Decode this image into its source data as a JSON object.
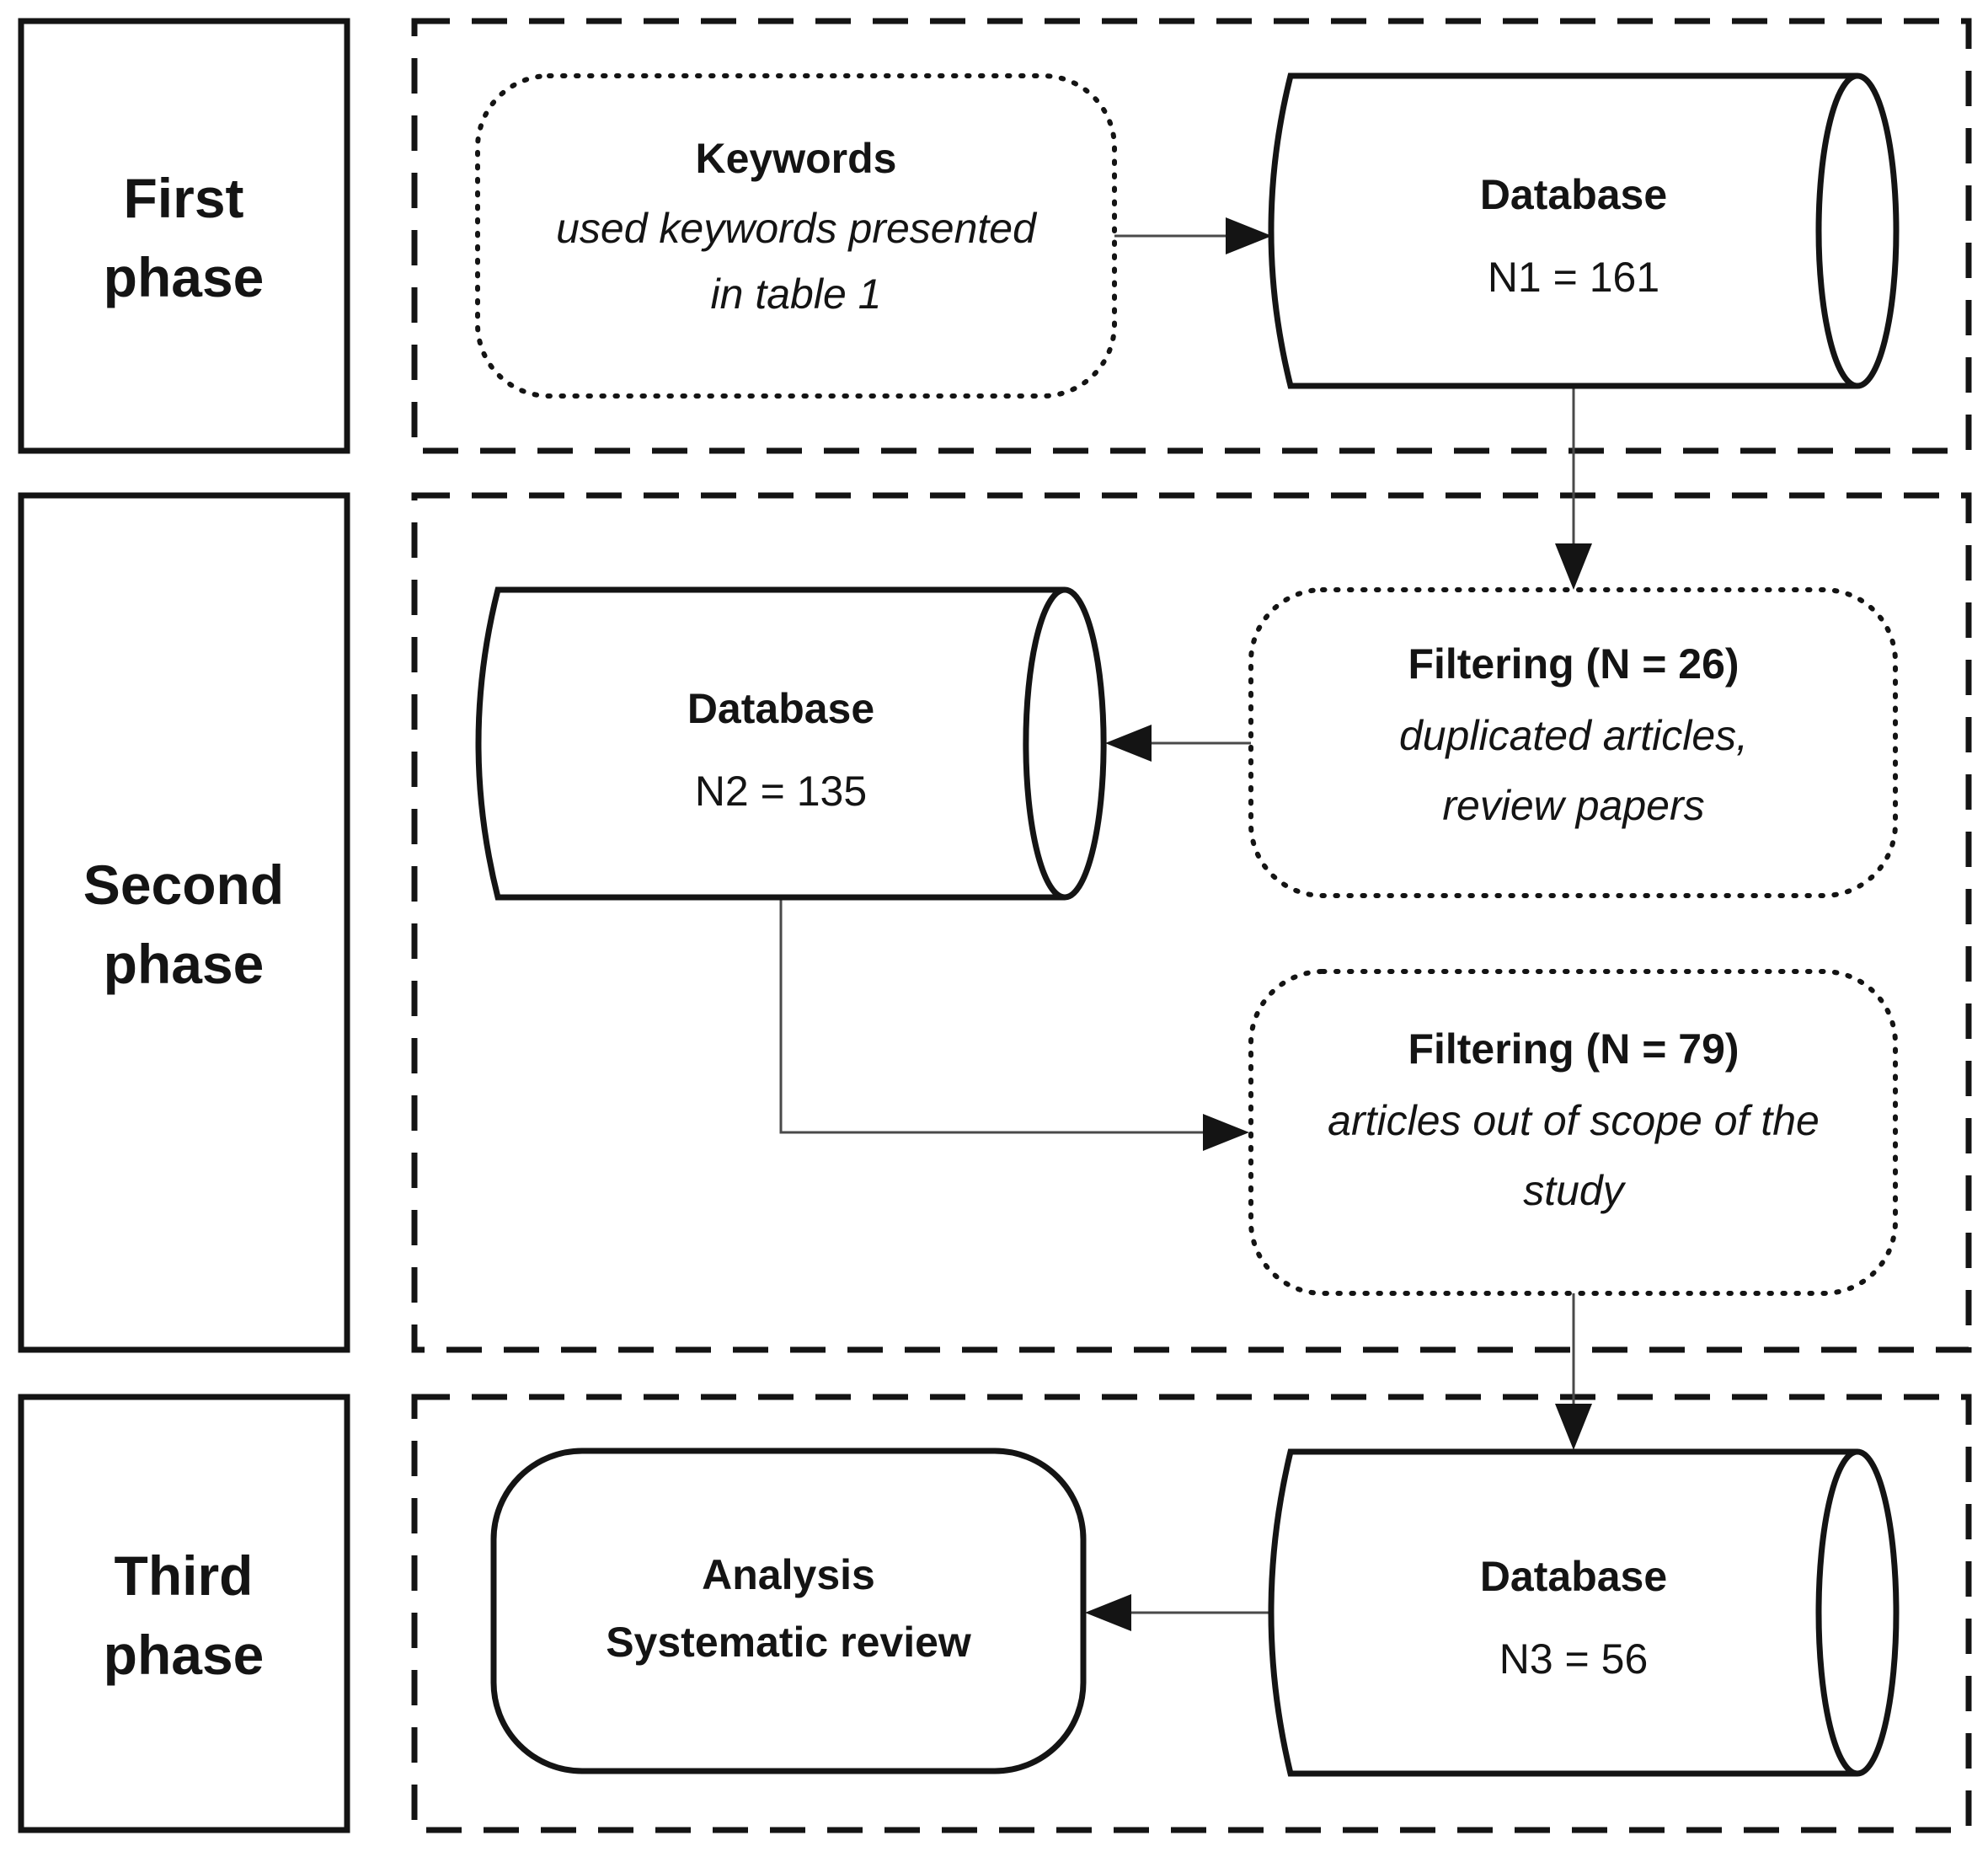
{
  "phases": [
    {
      "line1": "First",
      "line2": "phase"
    },
    {
      "line1": "Second",
      "line2": "phase"
    },
    {
      "line1": "Third",
      "line2": "phase"
    }
  ],
  "keywords": {
    "title": "Keywords",
    "desc1": "used keywords presented",
    "desc2": "in table 1"
  },
  "database1": {
    "title": "Database",
    "count": "N1 = 161"
  },
  "filtering1": {
    "title": "Filtering (N = 26)",
    "desc1": "duplicated articles,",
    "desc2": "review papers"
  },
  "database2": {
    "title": "Database",
    "count": "N2 = 135"
  },
  "filtering2": {
    "title": "Filtering (N = 79)",
    "desc1": "articles out of scope of the",
    "desc2": "study"
  },
  "database3": {
    "title": "Database",
    "count": "N3 = 56"
  },
  "analysis": {
    "line1": "Analysis",
    "line2": "Systematic review"
  },
  "colors": {
    "ink": "#141414",
    "connector": "#4a4a4a",
    "background": "#ffffff"
  }
}
